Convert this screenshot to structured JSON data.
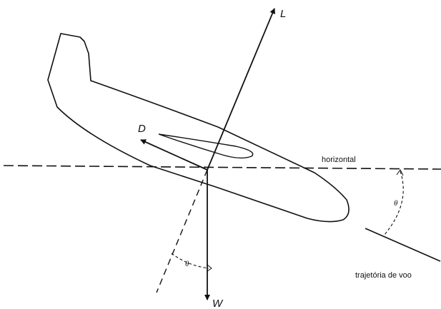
{
  "forces": {
    "lift": "L",
    "drag": "D",
    "weight": "W"
  },
  "labels": {
    "horizontal": "horizontal",
    "flight_path": "trajetória de voo",
    "angle": "θ"
  },
  "colors": {
    "ink": "#111111",
    "background": "#ffffff"
  }
}
